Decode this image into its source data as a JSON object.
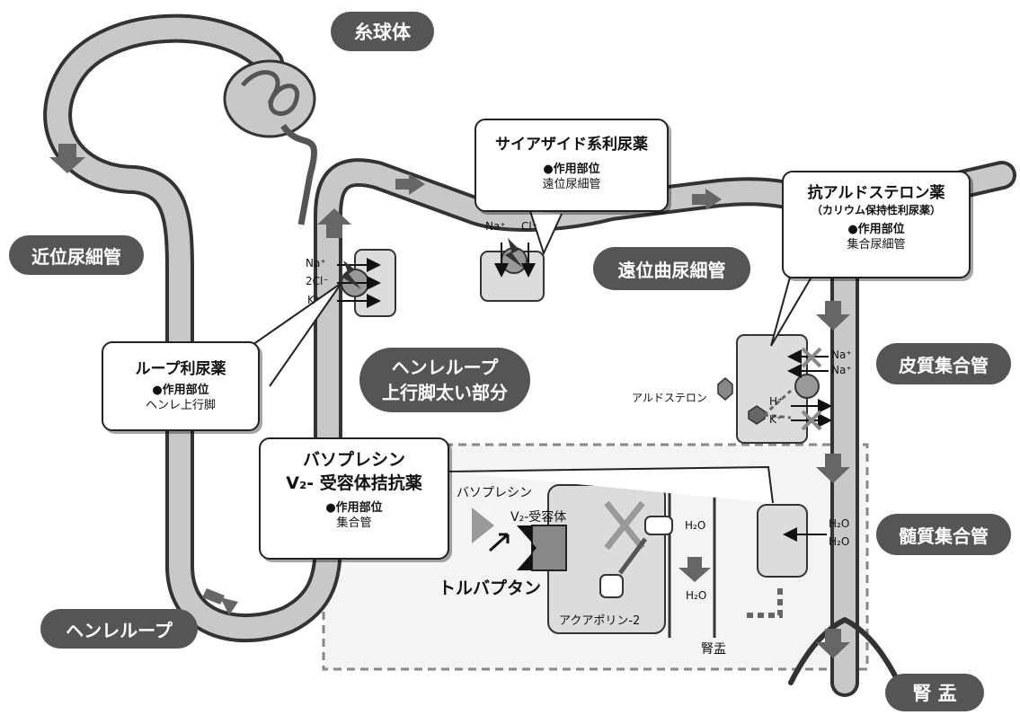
{
  "regions": {
    "glomerulus": "糸球体",
    "proximal_tubule": "近位尿細管",
    "distal_tubule": "遠位曲尿細管",
    "thick_ascending_limb": "ヘンレループ\n上行脚太い部分",
    "henle_loop": "ヘンレループ",
    "cortical_collecting_duct": "皮質集合管",
    "medullary_collecting_duct": "髄質集合管",
    "renal_pelvis": "腎 盂"
  },
  "drugs": {
    "thiazide": {
      "name": "サイアザイド系利尿薬",
      "site_label": "●作用部位",
      "site": "遠位尿細管"
    },
    "anti_aldosterone": {
      "name": "抗アルドステロン薬",
      "subtitle": "（カリウム保持性利尿薬）",
      "site_label": "●作用部位",
      "site": "集合尿細管"
    },
    "loop": {
      "name": "ループ利尿薬",
      "site_label": "●作用部位",
      "site": "ヘンレ上行脚"
    },
    "vasopressin_antagonist": {
      "name_line1": "バソプレシン",
      "name_line2": "V₂- 受容体拮抗薬",
      "site_label": "●作用部位",
      "site": "集合管"
    }
  },
  "ions": {
    "na": "Na⁺",
    "cl": "Cl⁻",
    "two_cl": "2Cl⁻",
    "k": "K⁺",
    "h": "H⁺"
  },
  "detail": {
    "aldosterone": "アルドステロン",
    "vasopressin": "バソプレシン",
    "v2_receptor": "V₂-受容体",
    "tolvaptan": "トルバプタン",
    "aquaporin": "アクアポリン-2",
    "water": "H₂O",
    "pelvis_small": "腎盂"
  },
  "colors": {
    "tubule_fill": "#c8c8c8",
    "tubule_outline": "#333333",
    "pill": "#555555",
    "cell_fill": "#dcdcdc",
    "arrow": "#666666"
  }
}
